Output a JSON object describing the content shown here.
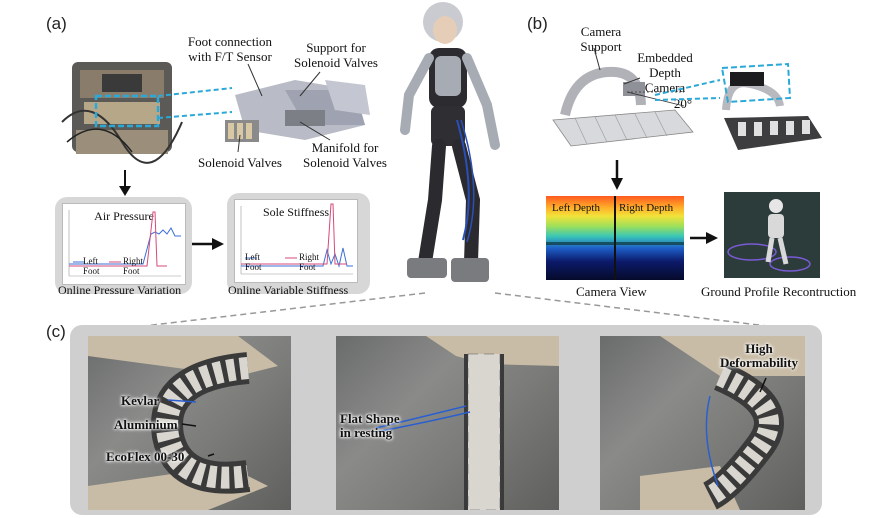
{
  "panels": {
    "a": "(a)",
    "b": "(b)",
    "c": "(c)"
  },
  "panel_a": {
    "foot_connection": [
      "Foot connection",
      "with F/T Sensor"
    ],
    "support_solenoid": [
      "Support for",
      "Solenoid Valves"
    ],
    "solenoid_valves": "Solenoid Valves",
    "manifold": [
      "Manifold for",
      "Solenoid Valves"
    ],
    "plot_pressure": {
      "title": "Air Pressure",
      "legend_left": [
        "Left",
        "Foot"
      ],
      "legend_right": [
        "Right",
        "Foot"
      ],
      "caption": "Online Pressure Variation"
    },
    "plot_stiffness": {
      "title": "Sole Stiffness",
      "legend_left": [
        "Left",
        "Foot"
      ],
      "legend_right": [
        "Right",
        "Foot"
      ],
      "caption": "Online Variable Stiffness"
    }
  },
  "panel_b": {
    "camera_support": [
      "Camera",
      "Support"
    ],
    "embedded_camera": [
      "Embedded",
      "Depth",
      "Camera"
    ],
    "angle": "20°",
    "left_depth": "Left Depth",
    "right_depth": "Right Depth",
    "camera_view": "Camera View",
    "ground_profile": "Ground Profile Recontruction"
  },
  "panel_c": {
    "kevlar": "Kevlar",
    "aluminium": "Aluminium",
    "ecoflex": "EcoFlex 00-30",
    "flat_shape": [
      "Flat Shape",
      "in resting"
    ],
    "high_deform": [
      "High",
      "Deformability"
    ]
  },
  "colors": {
    "dashed_blue": "#2aa9d8",
    "left_foot": "#3b6fd6",
    "right_foot": "#d64a7a",
    "panel_bg": "#d7d7d7"
  }
}
